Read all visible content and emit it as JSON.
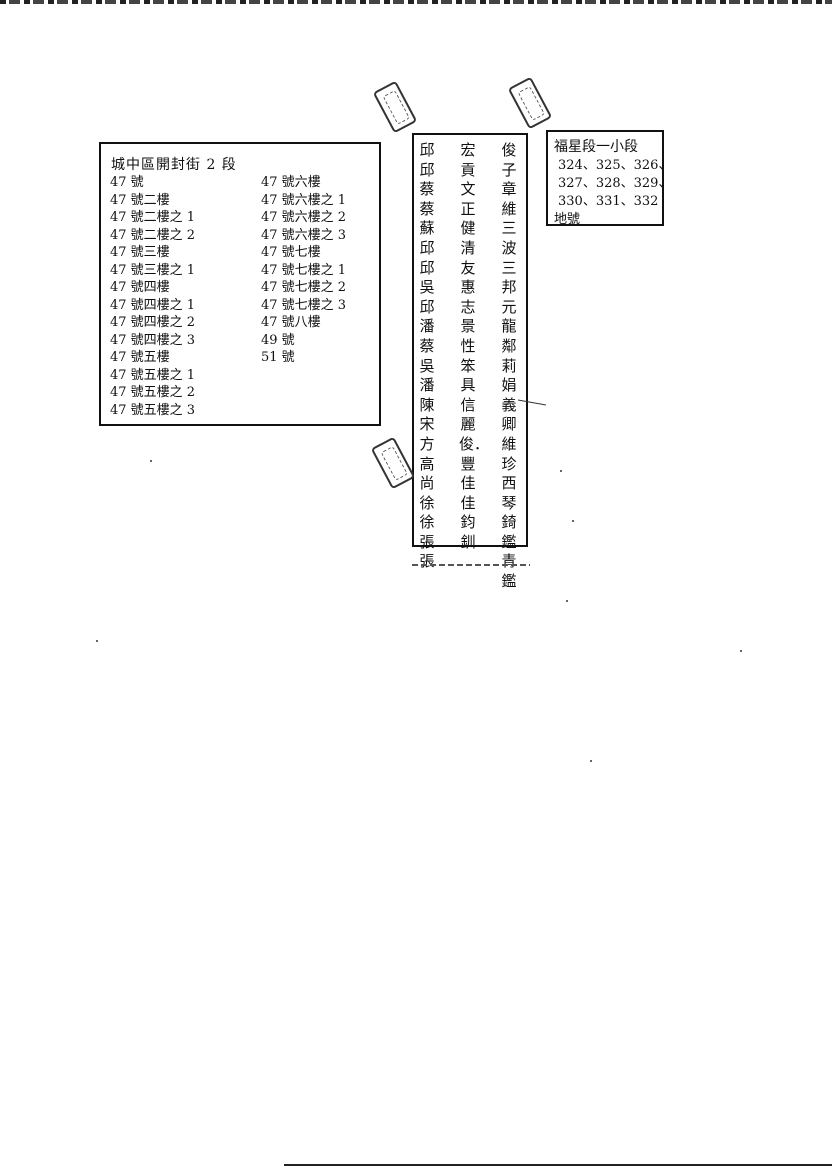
{
  "address_box": {
    "title": "城中區開封街 2 段",
    "col1": [
      "47 號",
      "47 號二樓",
      "47 號二樓之 1",
      "47 號二樓之 2",
      "47 號三樓",
      "47 號三樓之 1",
      "47 號四樓",
      "47 號四樓之 1",
      "47 號四樓之 2",
      "47 號四樓之 3",
      "47 號五樓",
      "47 號五樓之 1",
      "47 號五樓之 2",
      "47 號五樓之 3"
    ],
    "col2": [
      "47 號六樓",
      "47 號六樓之 1",
      "47 號六樓之 2",
      "47 號六樓之 3",
      "47 號七樓",
      "47 號七樓之 1",
      "47 號七樓之 2",
      "47 號七樓之 3",
      "47 號八樓",
      "49 號",
      "51 號"
    ]
  },
  "names_box": {
    "columns": [
      "俊子章維三波三邦元龍鄰莉娟義卿維珍西琴錡鑑青鑑",
      "宏貢文正健清友惠志景性笨具信麗俊．豐佳佳鈞釧",
      "邱邱蔡蔡蘇邱邱吳邱潘蔡吳潘陳宋方高尚徐徐張張"
    ]
  },
  "parcel_box": {
    "title": "福星段一小段",
    "line1": "324、325、326、",
    "line2": "327、328、329、",
    "line3": "330、331、332",
    "label": "地號"
  }
}
